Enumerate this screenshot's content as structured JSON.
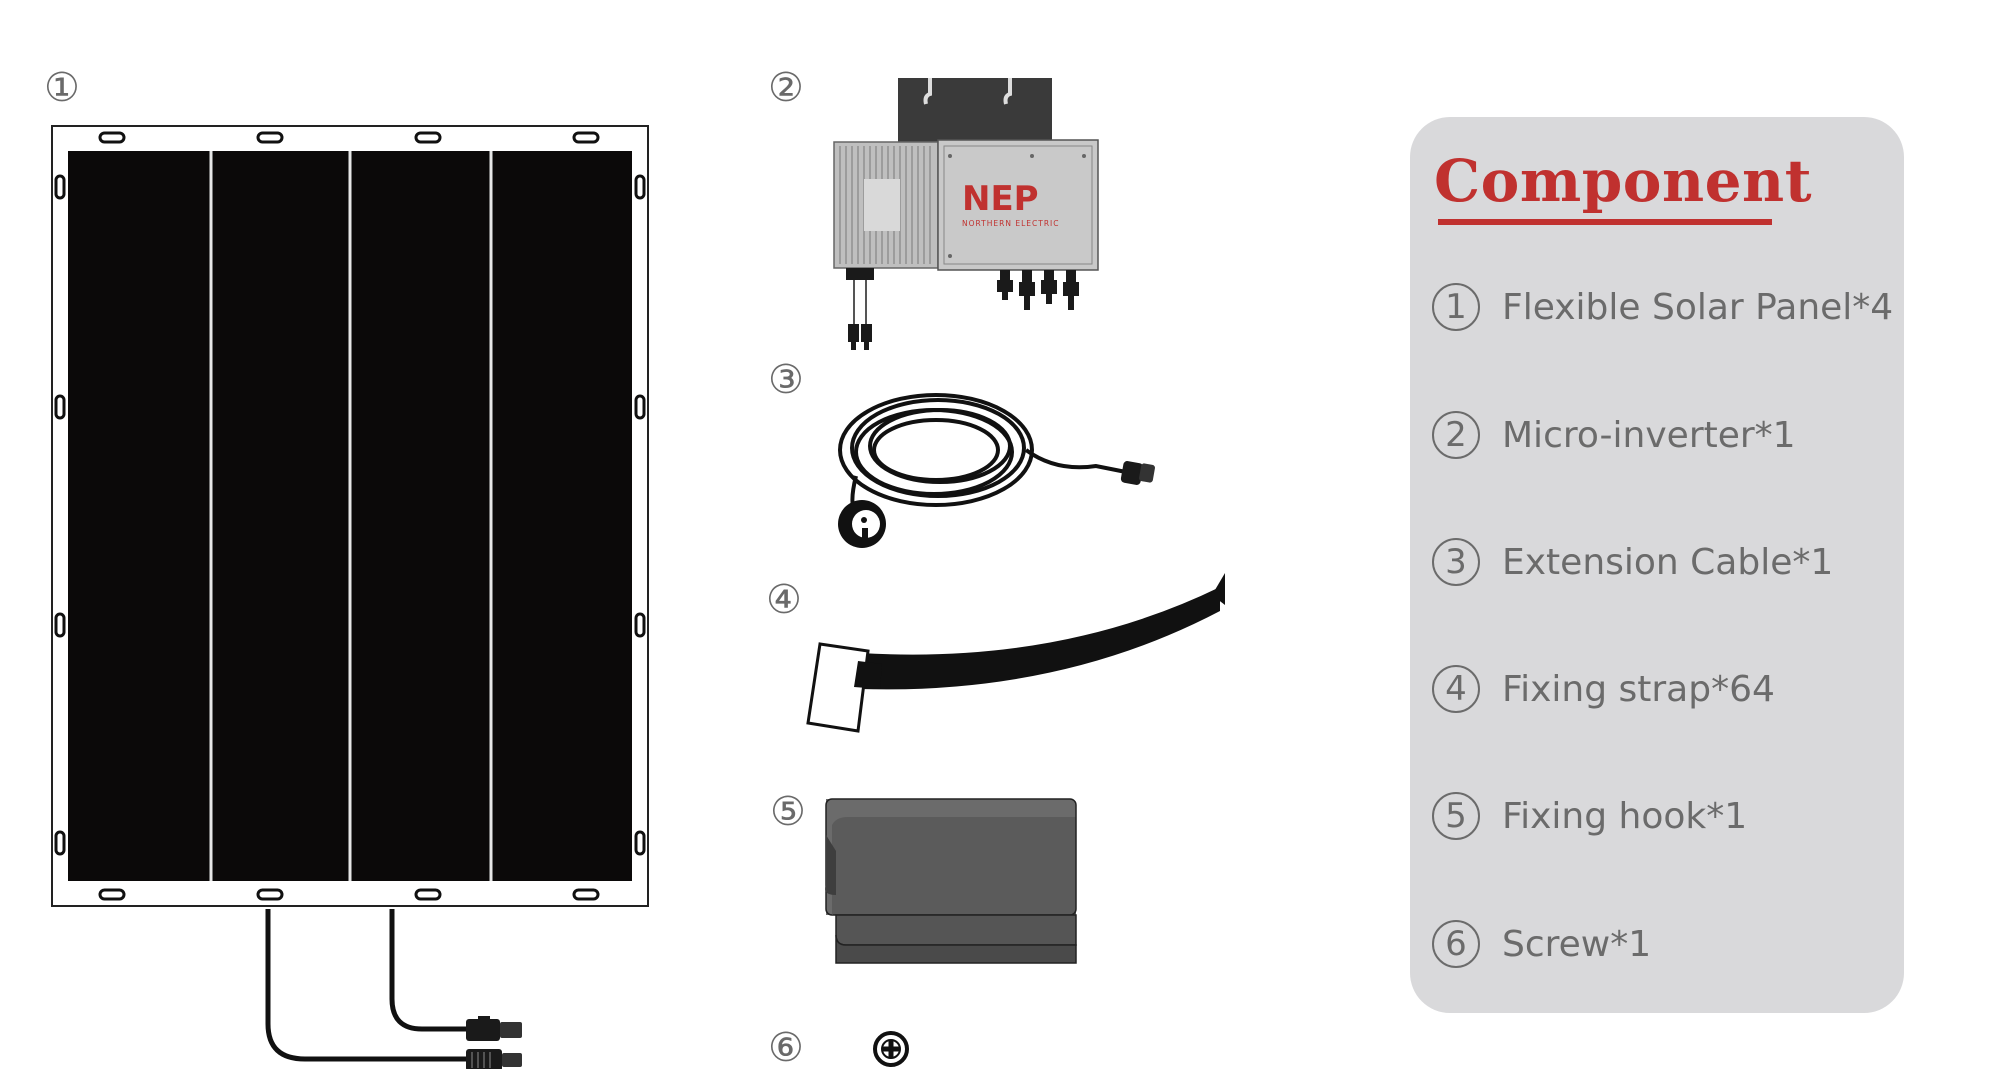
{
  "markers": [
    "①",
    "②",
    "③",
    "④",
    "⑤",
    "⑥"
  ],
  "card": {
    "title": "Component",
    "items": [
      {
        "num": "1",
        "label": "Flexible Solar Panel*4"
      },
      {
        "num": "2",
        "label": "Micro-inverter*1"
      },
      {
        "num": "3",
        "label": "Extension Cable*1"
      },
      {
        "num": "4",
        "label": "Fixing strap*64"
      },
      {
        "num": "5",
        "label": "Fixing hook*1"
      },
      {
        "num": "6",
        "label": "Screw*1"
      }
    ]
  },
  "brand": {
    "logo_text": "NEP",
    "logo_subtext": "NORTHERN ELECTRIC",
    "color": "#c0312f"
  },
  "colors": {
    "panel_cells": "#0b0909",
    "card_bg": "#d9d9db",
    "accent": "#c0312f",
    "text": "#6b6b6b"
  },
  "icons": [
    "solar-panel-icon",
    "micro-inverter-icon",
    "extension-cable-icon",
    "fixing-strap-icon",
    "fixing-hook-icon",
    "screw-icon"
  ]
}
